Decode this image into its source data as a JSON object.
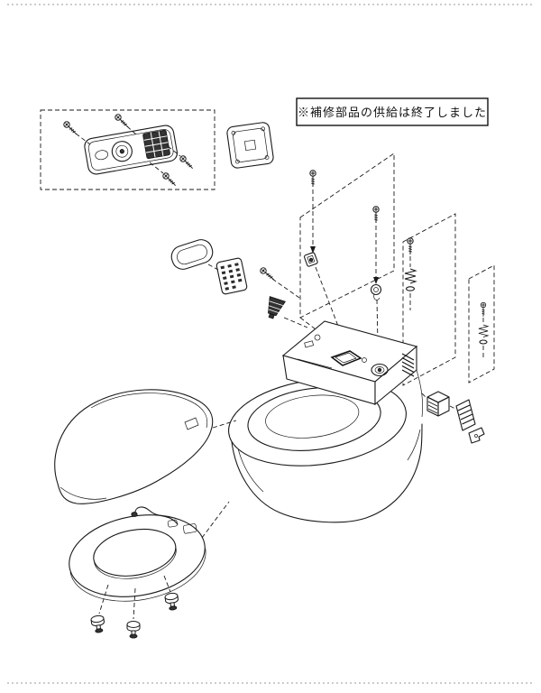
{
  "page": {
    "background": "#ffffff",
    "line_color": "#1a1a1a",
    "border_style": "dotted-page-edges"
  },
  "notice": {
    "text": "※補修部品の供給は終了しました"
  },
  "diagram": {
    "type": "exploded-parts-view",
    "subject": "washlet-toilet-unit",
    "parts": [
      "remote-control-assembly",
      "remote-mount-plate",
      "mounting-screws",
      "dashed-exploded-panels",
      "drop-in-screws",
      "retainer-clip",
      "hook-part",
      "gasket",
      "spray-plate",
      "small-screw",
      "nozzle-tip",
      "screw-and-spring-set",
      "screw-and-spring-set-small",
      "main-function-unit",
      "toilet-bowl",
      "side-box",
      "vent-grille",
      "bracket",
      "toilet-lid",
      "toilet-seat-ring",
      "connection-cable",
      "seat-bumpers"
    ]
  }
}
